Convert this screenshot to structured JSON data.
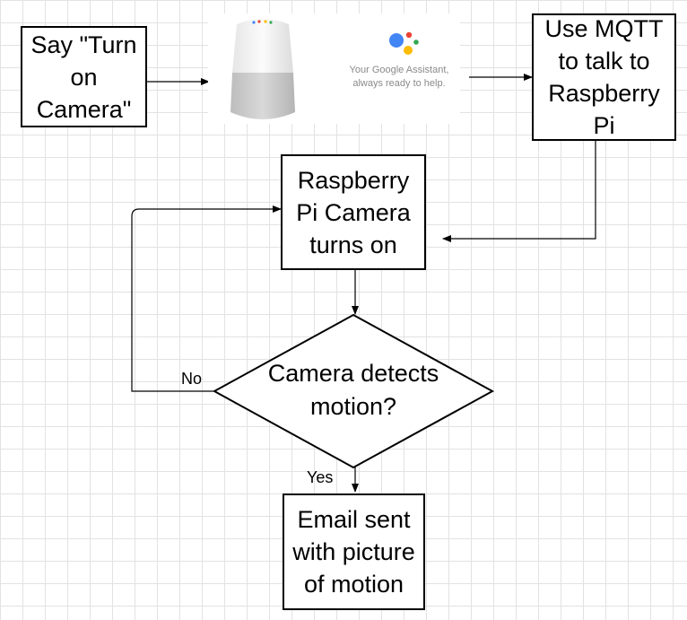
{
  "nodes": {
    "say": "Say \"Turn\non\nCamera\"",
    "mqtt": "Use MQTT\nto talk to\nRaspberry\nPi",
    "camera_on": "Raspberry\nPi Camera\nturns on",
    "decision": "Camera detects\nmotion?",
    "email": "Email sent\nwith picture\nof motion"
  },
  "assistant": {
    "tagline_line1": "Your Google Assistant,",
    "tagline_line2": "always ready to help.",
    "logo_colors": [
      "#4285F4",
      "#EA4335",
      "#FBBC05",
      "#34A853"
    ]
  },
  "edges": {
    "no_label": "No",
    "yes_label": "Yes"
  }
}
